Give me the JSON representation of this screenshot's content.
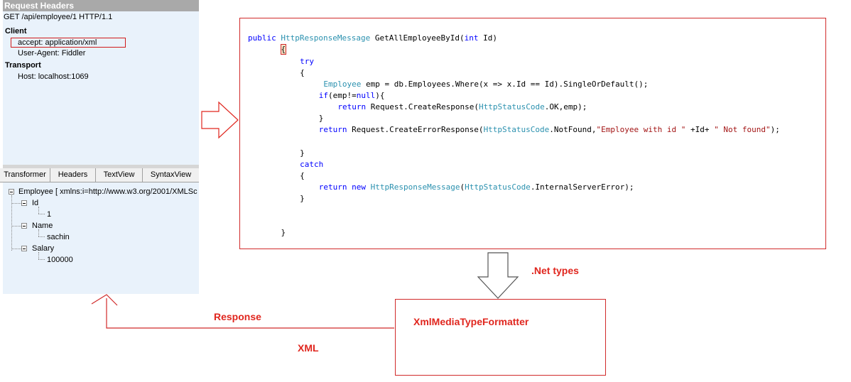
{
  "fiddler": {
    "request_headers_title": "Request Headers",
    "request_line": "GET /api/employee/1 HTTP/1.1",
    "client_section": "Client",
    "accept_header": "accept: application/xml",
    "user_agent_header": "User-Agent: Fiddler",
    "transport_section": "Transport",
    "host_header": "Host: localhost:1069",
    "tabs": [
      "Transformer",
      "Headers",
      "TextView",
      "SyntaxView"
    ],
    "xml_tree": {
      "root": "Employee [ xmlns:i=http://www.w3.org/2001/XMLSc",
      "id_label": "Id",
      "id_value": "1",
      "name_label": "Name",
      "name_value": "sachin",
      "salary_label": "Salary",
      "salary_value": "100000"
    }
  },
  "code": {
    "lines": [
      {
        "indent": 0,
        "tokens": [
          {
            "t": "public ",
            "c": "kw"
          },
          {
            "t": "HttpResponseMessage",
            "c": "ty"
          },
          {
            "t": " GetAllEmployeeById(",
            "c": ""
          },
          {
            "t": "int",
            "c": "kw"
          },
          {
            "t": " Id)",
            "c": ""
          }
        ]
      },
      {
        "indent": 7,
        "tokens": [
          {
            "t": "{",
            "c": "hl"
          }
        ]
      },
      {
        "indent": 11,
        "tokens": [
          {
            "t": "try",
            "c": "kw"
          }
        ]
      },
      {
        "indent": 11,
        "tokens": [
          {
            "t": "{",
            "c": ""
          }
        ]
      },
      {
        "indent": 16,
        "tokens": [
          {
            "t": "Employee",
            "c": "ty"
          },
          {
            "t": " emp = db.Employees.Where(x => x.Id == Id).SingleOrDefault();",
            "c": ""
          }
        ]
      },
      {
        "indent": 15,
        "tokens": [
          {
            "t": "if",
            "c": "kw"
          },
          {
            "t": "(emp!=",
            "c": ""
          },
          {
            "t": "null",
            "c": "kw"
          },
          {
            "t": "){",
            "c": ""
          }
        ]
      },
      {
        "indent": 19,
        "tokens": [
          {
            "t": "return",
            "c": "kw"
          },
          {
            "t": " Request.CreateResponse(",
            "c": ""
          },
          {
            "t": "HttpStatusCode",
            "c": "ty"
          },
          {
            "t": ".OK,emp);",
            "c": ""
          }
        ]
      },
      {
        "indent": 15,
        "tokens": [
          {
            "t": "}",
            "c": ""
          }
        ]
      },
      {
        "indent": 15,
        "tokens": [
          {
            "t": "return",
            "c": "kw"
          },
          {
            "t": " Request.CreateErrorResponse(",
            "c": ""
          },
          {
            "t": "HttpStatusCode",
            "c": "ty"
          },
          {
            "t": ".NotFound,",
            "c": ""
          },
          {
            "t": "\"Employee with id \"",
            "c": "st"
          },
          {
            "t": " +Id+ ",
            "c": ""
          },
          {
            "t": "\" Not found\"",
            "c": "st"
          },
          {
            "t": ");",
            "c": ""
          }
        ]
      },
      {
        "indent": 0,
        "tokens": []
      },
      {
        "indent": 11,
        "tokens": [
          {
            "t": "}",
            "c": ""
          }
        ]
      },
      {
        "indent": 11,
        "tokens": [
          {
            "t": "catch",
            "c": "kw"
          }
        ]
      },
      {
        "indent": 11,
        "tokens": [
          {
            "t": "{",
            "c": ""
          }
        ]
      },
      {
        "indent": 15,
        "tokens": [
          {
            "t": "return",
            "c": "kw"
          },
          {
            "t": " ",
            "c": ""
          },
          {
            "t": "new",
            "c": "kw"
          },
          {
            "t": " ",
            "c": ""
          },
          {
            "t": "HttpResponseMessage",
            "c": "ty"
          },
          {
            "t": "(",
            "c": ""
          },
          {
            "t": "HttpStatusCode",
            "c": "ty"
          },
          {
            "t": ".InternalServerError);",
            "c": ""
          }
        ]
      },
      {
        "indent": 11,
        "tokens": [
          {
            "t": "}",
            "c": ""
          }
        ]
      },
      {
        "indent": 0,
        "tokens": []
      },
      {
        "indent": 0,
        "tokens": []
      },
      {
        "indent": 7,
        "tokens": [
          {
            "t": "}",
            "c": ""
          }
        ]
      }
    ]
  },
  "diagram": {
    "net_types_label": ".Net types",
    "formatter_label": "XmlMediaTypeFormatter",
    "response_label": "Response",
    "xml_label": "XML"
  },
  "colors": {
    "annotation_red": "#e0261e",
    "keyword_blue": "#0000ff",
    "type_teal": "#2b91af",
    "string_red": "#a31515",
    "fiddler_panel_bg": "#e9f2fb",
    "header_gray": "#a9a9a9"
  }
}
